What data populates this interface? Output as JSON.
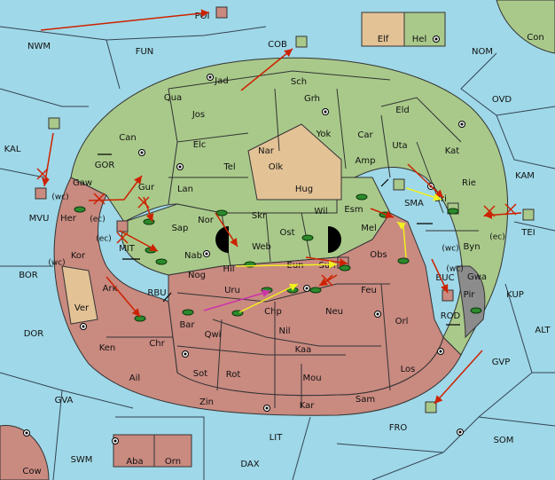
{
  "colors": {
    "sea": "#9fd8e8",
    "player_green": "#a9c98a",
    "player_red": "#c98a80",
    "player_tan": "#e3c296",
    "neutral": "#8c8c8c",
    "order_red": "#cc2200",
    "order_yellow": "#f0f020",
    "order_magenta": "#cc33aa"
  },
  "legend": {
    "elf": "Elf",
    "hel": "Hel"
  },
  "sea_labels": [
    "NWM",
    "FUN",
    "NOM",
    "KAL",
    "OVD",
    "KAM",
    "MVU",
    "BOR",
    "DOR",
    "KUP",
    "ALT",
    "GVA",
    "SWM",
    "LIT",
    "FRO",
    "SOM",
    "DAX",
    "GVP",
    "GOR",
    "MIT",
    "RBU",
    "SMA",
    "BUC",
    "ROD",
    "TEI",
    "POI",
    "COB"
  ],
  "green_territories": [
    "Jad",
    "Sch",
    "Qua",
    "Grh",
    "Jos",
    "Eld",
    "Yok",
    "Car",
    "Can",
    "Elc",
    "Uta",
    "Kat",
    "Amp",
    "Tel",
    "Lan",
    "Rie",
    "Gur",
    "Gaw",
    "Esm",
    "Wil",
    "Nor",
    "Skr",
    "Sap",
    "Ost",
    "Web",
    "Nab",
    "Mel",
    "Hil",
    "Eun",
    "Byn",
    "Gwa",
    "Pir"
  ],
  "tan_territories": [
    "Nar",
    "Olk",
    "Hug",
    "Ver",
    "Elf"
  ],
  "red_territories": [
    "Her",
    "Kor",
    "Ark",
    "Nog",
    "Sun",
    "Uru",
    "Obs",
    "Feu",
    "Chp",
    "Bar",
    "Qwi",
    "Neu",
    "Orl",
    "Nil",
    "Ken",
    "Chr",
    "Kaa",
    "Ail",
    "Sot",
    "Rot",
    "Mou",
    "Los",
    "Zin",
    "Kar",
    "Sam",
    "Aba",
    "Orn",
    "Cow"
  ],
  "misc_labels": [
    "(wc)",
    "(ec)",
    "Con"
  ]
}
